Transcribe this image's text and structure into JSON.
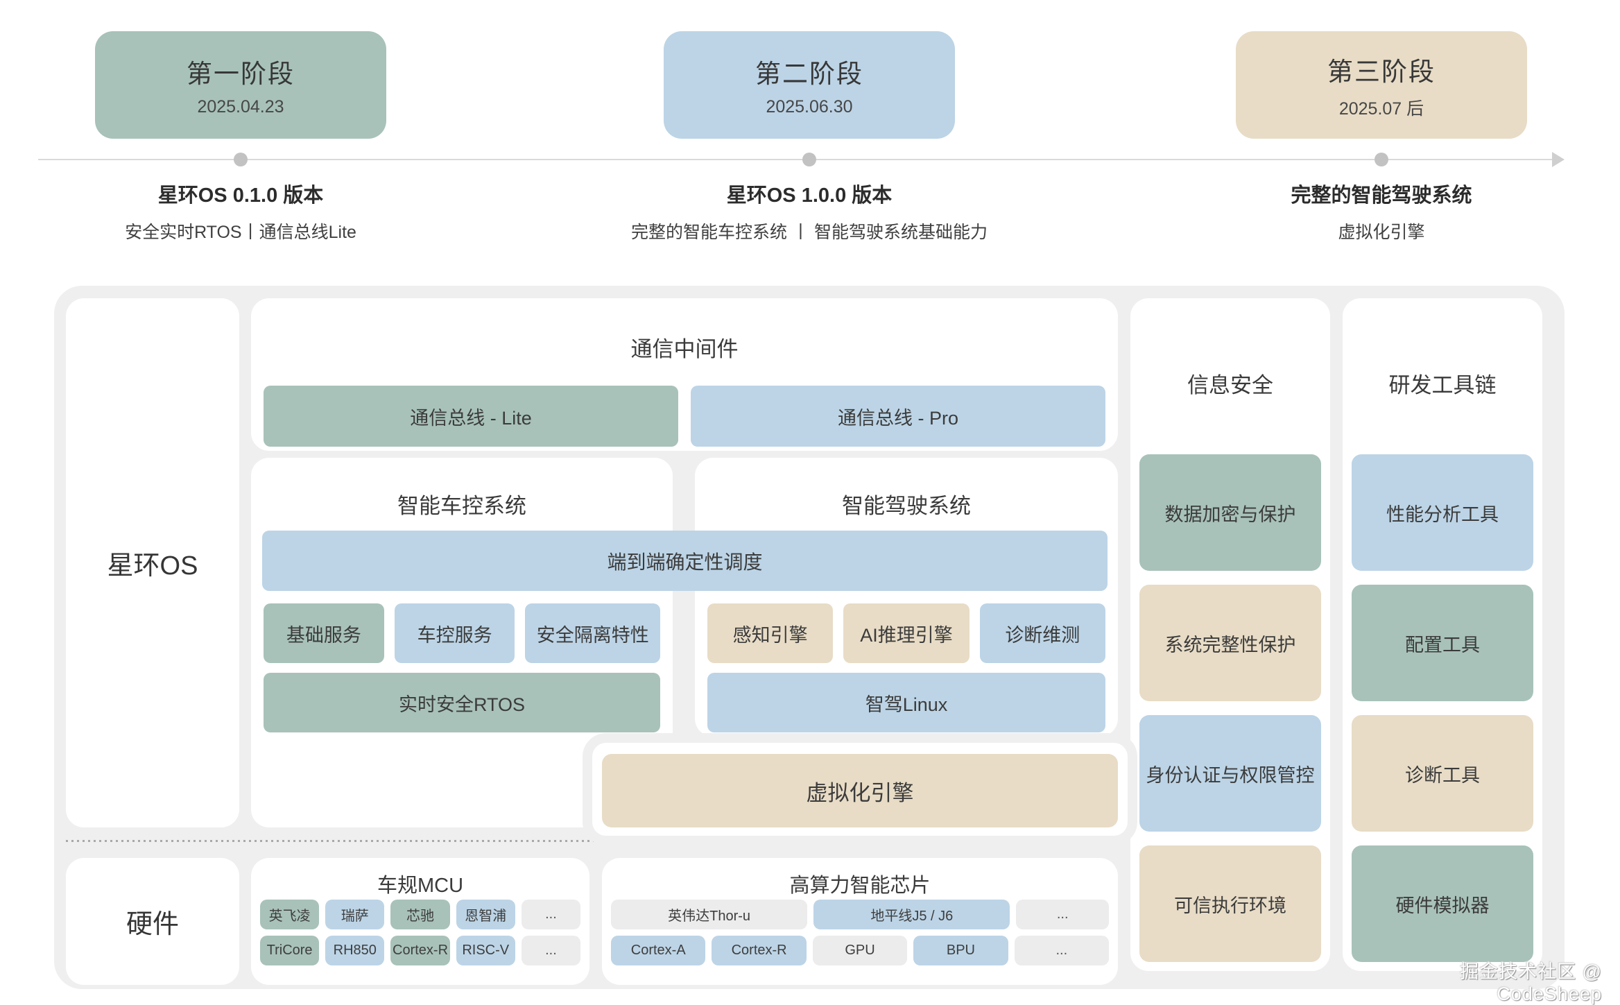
{
  "timeline": {
    "phases": [
      {
        "title": "第一阶段",
        "date": "2025.04.23",
        "color": "#a8c2b9"
      },
      {
        "title": "第二阶段",
        "date": "2025.06.30",
        "color": "#bcd4e6"
      },
      {
        "title": "第三阶段",
        "date": "2025.07 后",
        "color": "#e8dcc6"
      }
    ],
    "milestones": [
      {
        "title": "星环OS 0.1.0 版本",
        "subtitle": "安全实时RTOS丨通信总线Lite"
      },
      {
        "title": "星环OS 1.0.0 版本",
        "subtitle": "完整的智能车控系统 丨 智能驾驶系统基础能力"
      },
      {
        "title": "完整的智能驾驶系统",
        "subtitle": "虚拟化引擎"
      }
    ]
  },
  "architecture": {
    "os_label": "星环OS",
    "hardware_label": "硬件",
    "comm": {
      "title": "通信中间件",
      "lite": "通信总线 - Lite",
      "pro": "通信总线 - Pro"
    },
    "scheduling_bar": "端到端确定性调度",
    "vehicle_control": {
      "title": "智能车控系统",
      "services": [
        "基础服务",
        "车控服务",
        "安全隔离特性"
      ],
      "base": "实时安全RTOS"
    },
    "driving": {
      "title": "智能驾驶系统",
      "services": [
        "感知引擎",
        "AI推理引擎",
        "诊断维测"
      ],
      "base": "智驾Linux"
    },
    "virtualization": "虚拟化引擎",
    "security": {
      "title": "信息安全",
      "boxes": [
        "数据加密与保护",
        "系统完整性保护",
        "身份认证与权限管控",
        "可信执行环境"
      ]
    },
    "toolchain": {
      "title": "研发工具链",
      "boxes": [
        "性能分析工具",
        "配置工具",
        "诊断工具",
        "硬件模拟器"
      ]
    },
    "mcu": {
      "title": "车规MCU",
      "row1": [
        "英飞凌",
        "瑞萨",
        "芯驰",
        "恩智浦",
        "..."
      ],
      "row2": [
        "TriCore",
        "RH850",
        "Cortex-R",
        "RISC-V",
        "..."
      ]
    },
    "soc": {
      "title": "高算力智能芯片",
      "row1": [
        "英伟达Thor-u",
        "地平线J5 / J6",
        "..."
      ],
      "row2": [
        "Cortex-A",
        "Cortex-R",
        "GPU",
        "BPU",
        "..."
      ]
    }
  },
  "watermark": "掘金技术社区 @ CodeSheep",
  "colors": {
    "green": "#a8c2b9",
    "blue": "#bcd4e6",
    "tan": "#e8dcc6",
    "chip_gray": "#ececec",
    "container_bg": "#f0efef",
    "line_gray": "#d9d9d9",
    "dot_gray": "#c2c2c2",
    "text_dark": "#3c3c3c"
  }
}
